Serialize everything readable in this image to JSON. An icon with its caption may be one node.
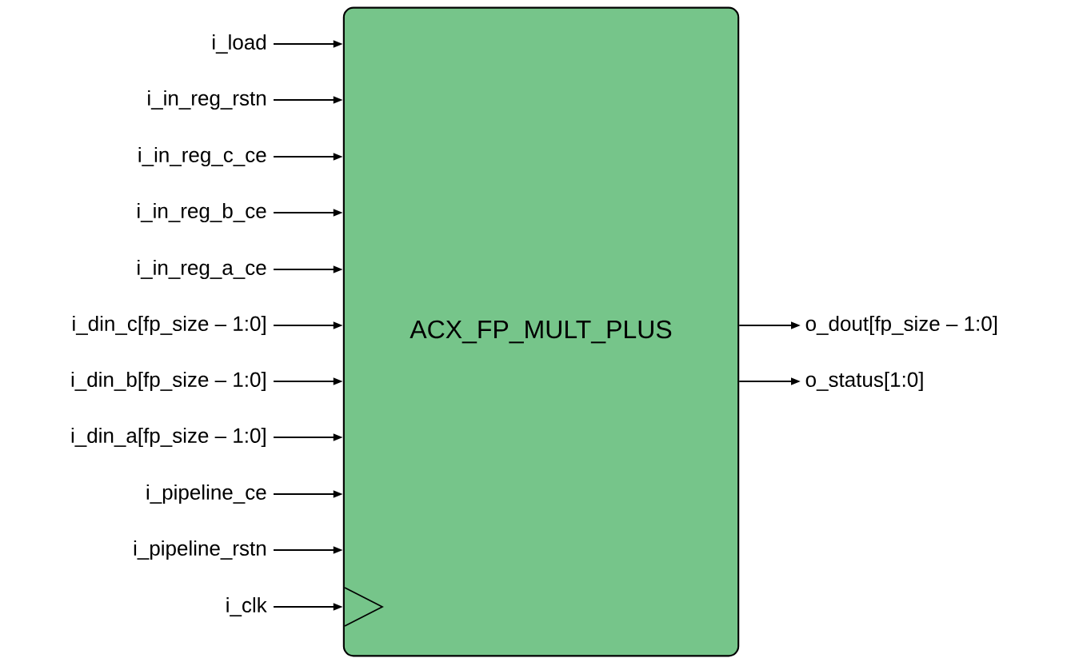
{
  "diagram": {
    "nodes": [
      {
        "text": [
          "ACX_FP_MULT_PLUS"
        ]
      },
      {
        "text": [
          "i_load"
        ]
      },
      {
        "text": [
          "i_in_reg_rstn"
        ]
      },
      {
        "text": [
          "i_in_reg_c_ce"
        ]
      },
      {
        "text": [
          "i_in_reg_b_ce"
        ]
      },
      {
        "text": [
          "i_in_reg_a_ce"
        ]
      },
      {
        "text": [
          "i_din_c[fp_size – 1:0]"
        ]
      },
      {
        "text": [
          "i_din_b[fp_size – 1:0]"
        ]
      },
      {
        "text": [
          "i_din_a[fp_size – 1:0]"
        ]
      },
      {
        "text": [
          "i_pipeline_ce"
        ]
      },
      {
        "text": [
          "i_pipeline_rstn"
        ]
      },
      {
        "text": [
          "i_clk"
        ]
      },
      {
        "text": [
          "o_dout[fp_size – 1:0]"
        ]
      },
      {
        "text": [
          "o_status[1:0]"
        ]
      }
    ],
    "edges": [
      {
        "from": 1,
        "to": 0,
        "arrow": "to"
      },
      {
        "from": 2,
        "to": 0,
        "arrow": "to"
      },
      {
        "from": 3,
        "to": 0,
        "arrow": "to"
      },
      {
        "from": 4,
        "to": 0,
        "arrow": "to"
      },
      {
        "from": 5,
        "to": 0,
        "arrow": "to"
      },
      {
        "from": 6,
        "to": 0,
        "arrow": "to"
      },
      {
        "from": 7,
        "to": 0,
        "arrow": "to"
      },
      {
        "from": 8,
        "to": 0,
        "arrow": "to"
      },
      {
        "from": 9,
        "to": 0,
        "arrow": "to"
      },
      {
        "from": 10,
        "to": 0,
        "arrow": "to"
      },
      {
        "from": 11,
        "to": 0,
        "arrow": "to"
      },
      {
        "from": 0,
        "to": 12,
        "arrow": "to"
      },
      {
        "from": 0,
        "to": 13,
        "arrow": "to"
      }
    ]
  }
}
